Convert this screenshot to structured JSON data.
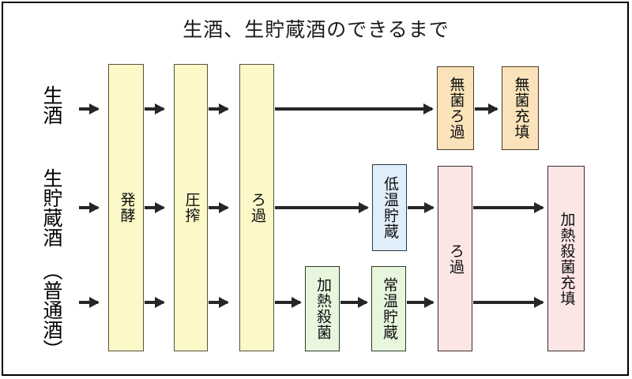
{
  "diagram": {
    "title": "生酒、生貯蔵酒のできるまで",
    "type": "flowchart",
    "colors": {
      "yellow": "#fcf8c8",
      "orange": "#fae3ba",
      "blue": "#e0edfb",
      "green": "#e9f6de",
      "pink": "#fce6e5",
      "arrow": "#262626",
      "frame": "#000000",
      "background": "#ffffff"
    },
    "row_labels": [
      {
        "id": "row-namazake",
        "text": "生酒"
      },
      {
        "id": "row-namachozoshu",
        "text": "生貯蔵酒"
      },
      {
        "id": "row-futsushu",
        "text": "（普通酒）"
      }
    ],
    "nodes": [
      {
        "id": "hakko",
        "text": "発酵",
        "color": "yellow"
      },
      {
        "id": "assaku",
        "text": "圧搾",
        "color": "yellow"
      },
      {
        "id": "roka",
        "text": "ろ過",
        "color": "yellow"
      },
      {
        "id": "mukin-roka",
        "text": "無菌ろ過",
        "color": "orange"
      },
      {
        "id": "mukin-juten",
        "text": "無菌充填",
        "color": "orange"
      },
      {
        "id": "teion-chozo",
        "text": "低温貯蔵",
        "color": "blue"
      },
      {
        "id": "kanetsu-sakkin",
        "text": "加熱殺菌",
        "color": "green"
      },
      {
        "id": "joon-chozo",
        "text": "常温貯蔵",
        "color": "green"
      },
      {
        "id": "roka2",
        "text": "ろ過",
        "color": "pink"
      },
      {
        "id": "kanetsu-sakkin-juten",
        "text": "加熱殺菌充填",
        "color": "pink"
      }
    ]
  }
}
